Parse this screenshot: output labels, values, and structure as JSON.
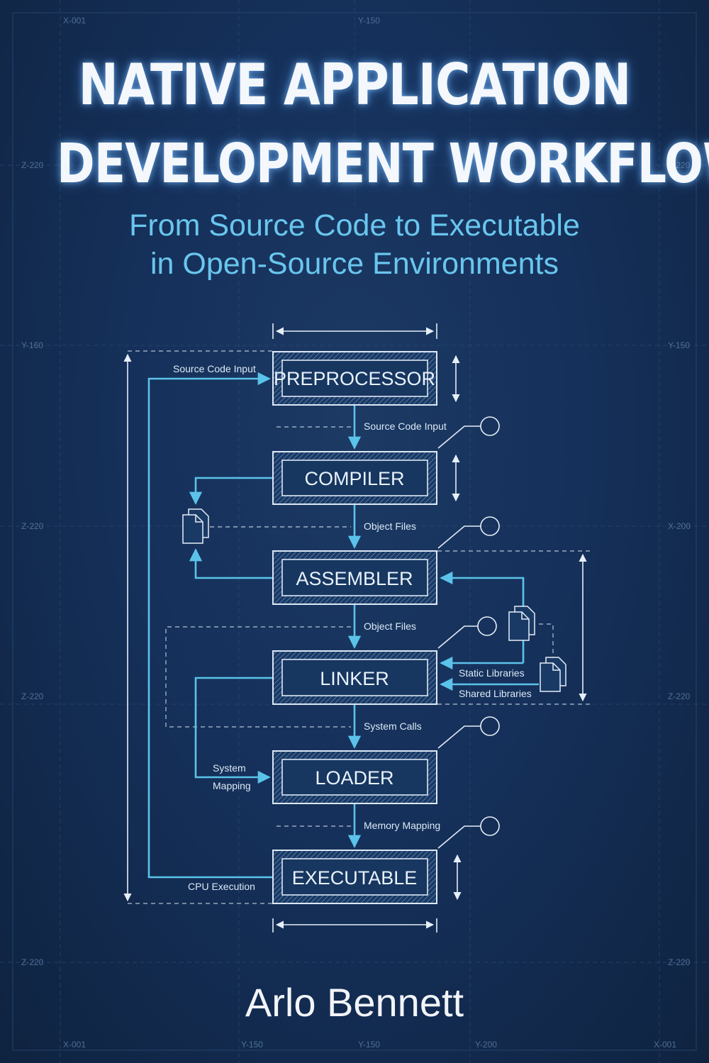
{
  "cover": {
    "title_line1": "NATIVE APPLICATION",
    "title_line2": "DEVELOPMENT WORKFLOW",
    "subtitle_line1": "From Source Code to Executable",
    "subtitle_line2": "in Open-Source Environments",
    "author": "Arlo Bennett"
  },
  "grid_labels": {
    "top_left": "X-001",
    "top_center": "Y-150",
    "left_1": "Z-220",
    "left_2": "Y-160",
    "left_3": "Z-220",
    "left_4": "Z-220",
    "left_5": "Z-220",
    "right_1": "Z-220",
    "right_2": "Y-150",
    "right_3": "X-200",
    "right_4": "Z-220",
    "right_5": "Z-220",
    "bottom_1": "X-001",
    "bottom_2": "Y-150",
    "bottom_3": "Y-150",
    "bottom_4": "Y-200",
    "bottom_5": "X-001"
  },
  "diagram": {
    "stages": [
      "PREPROCESSOR",
      "COMPILER",
      "ASSEMBLER",
      "LINKER",
      "LOADER",
      "EXECUTABLE"
    ],
    "connectors": [
      "Source Code Input",
      "Object Files",
      "Object Files",
      "System Calls",
      "Memory Mapping"
    ],
    "side_labels": {
      "input": "Source Code Input",
      "mapping_line1": "System",
      "mapping_line2": "Mapping",
      "execution": "CPU Execution",
      "static_libs": "Static Libraries",
      "shared_libs": "Shared Libraries"
    }
  },
  "colors": {
    "background": "#15305a",
    "accent": "#5bc3ea",
    "title": "#f4f7fb",
    "subtitle": "#69c6ee",
    "box_stroke": "#dce8f4"
  }
}
